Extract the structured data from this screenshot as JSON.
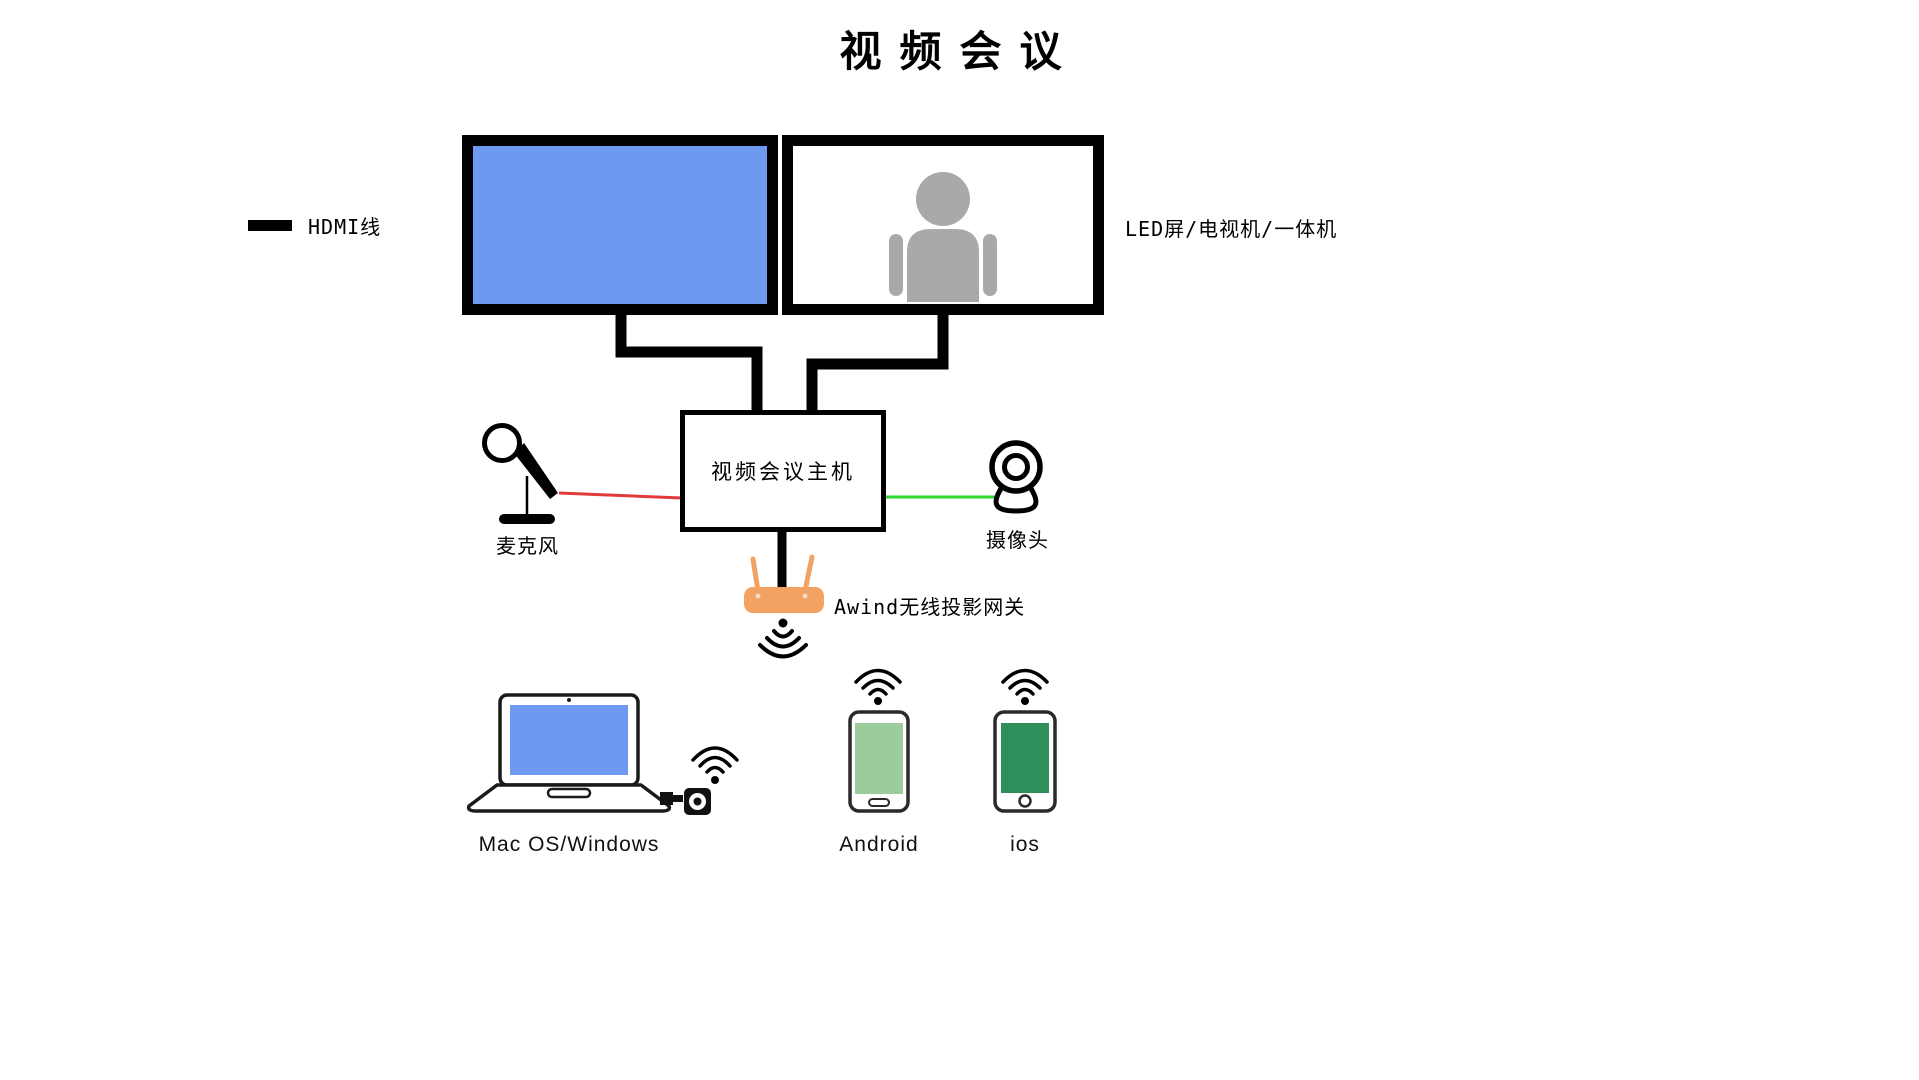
{
  "title": "视频会议",
  "legend": {
    "hdmi_label": "HDMI线"
  },
  "display_wall": {
    "label": "LED屏/电视机/一体机"
  },
  "host_box": {
    "label": "视频会议主机"
  },
  "microphone": {
    "label": "麦克风"
  },
  "camera": {
    "label": "摄像头"
  },
  "gateway": {
    "label": "Awind无线投影网关"
  },
  "devices": {
    "laptop": {
      "label": "Mac OS/Windows"
    },
    "android": {
      "label": "Android"
    },
    "ios": {
      "label": "ios"
    }
  },
  "icons": {
    "person": "person-silhouette-icon",
    "microphone": "microphone-icon",
    "webcam": "webcam-icon",
    "router": "wireless-router-icon",
    "wifi": "wifi-signal-icon",
    "laptop": "laptop-icon",
    "usb_dongle": "usb-dongle-icon",
    "smartphone": "smartphone-icon"
  },
  "colors": {
    "display_screen_blue": "#6D9AF0",
    "laptop_screen_blue": "#6D9AF0",
    "person_gray": "#A9A9A9",
    "hdmi_line_black": "#000000",
    "mic_cable_red": "#E03A3A",
    "camera_cable_green": "#2ED82E",
    "router_orange": "#F2A263",
    "android_screen_green": "#9CCB9C",
    "ios_screen_green": "#2F8F5B"
  }
}
